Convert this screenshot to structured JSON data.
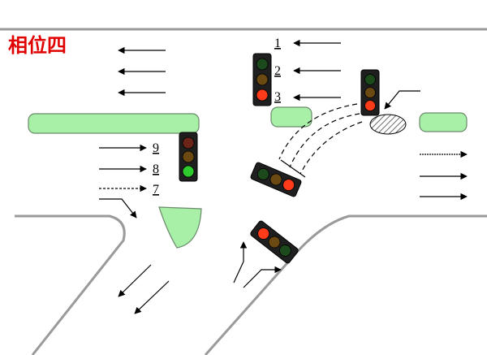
{
  "title": {
    "text": "相位四",
    "color": "#e00000"
  },
  "colors": {
    "median": "#a8f0a8",
    "road": "#9a9a9a",
    "red_on": "#ff3b1a",
    "green_on": "#2ecc2e",
    "off_red": "#6a2418",
    "off_amber": "#6a4a12",
    "off_green": "#1d4a1d",
    "light_body": "#1f1f1f"
  },
  "lane_labels": [
    {
      "id": "lane-1",
      "text": "1"
    },
    {
      "id": "lane-2",
      "text": "2"
    },
    {
      "id": "lane-3",
      "text": "3"
    },
    {
      "id": "lane-9",
      "text": "9"
    },
    {
      "id": "lane-8",
      "text": "8"
    },
    {
      "id": "lane-7",
      "text": "7"
    }
  ],
  "signals": [
    {
      "name": "signal-north-vertical",
      "state": "red"
    },
    {
      "name": "signal-north-right",
      "state": "red"
    },
    {
      "name": "signal-west",
      "state": "green"
    },
    {
      "name": "signal-center-tilted",
      "state": "red"
    },
    {
      "name": "signal-south-tilted",
      "state": "red"
    }
  ],
  "icons": [
    "traffic-light-icon",
    "arrow-icon",
    "hatched-island-icon"
  ]
}
